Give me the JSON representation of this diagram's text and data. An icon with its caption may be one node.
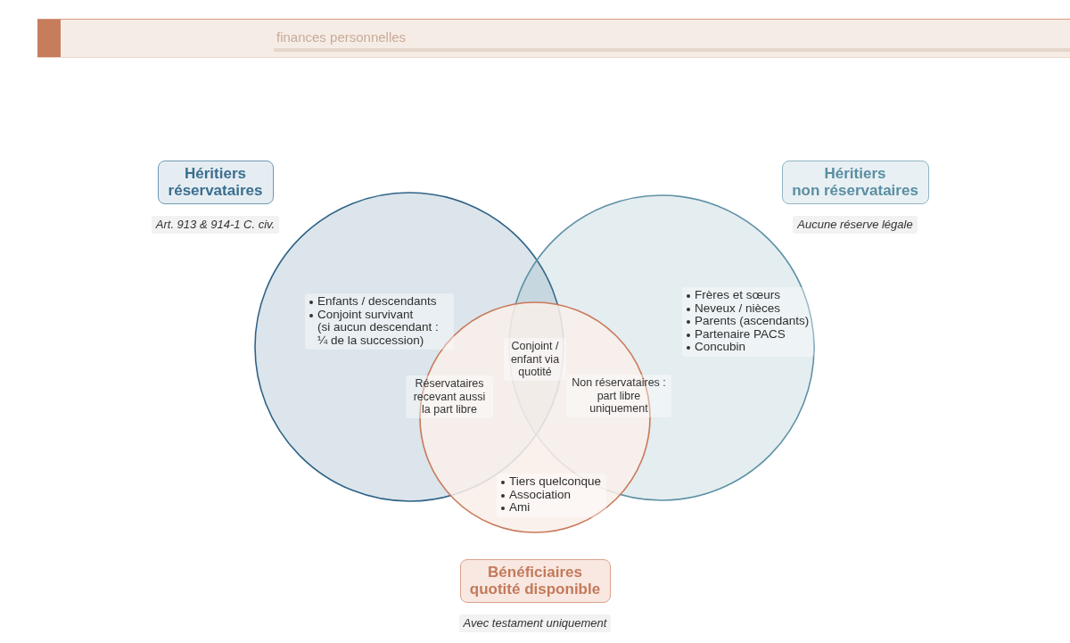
{
  "diagram": {
    "nodes": [
      {
        "text": [
          "Héritiers réservataires"
        ],
        "beside": [
          "Art. 913 & 914-1 C. civ."
        ]
      },
      {
        "text": [
          "Héritiers non réservataires"
        ],
        "beside": [
          "Aucune réserve légale"
        ]
      },
      {
        "text": [
          "Enfants / descendants",
          "Conjoint survivant (si aucun descendant : ¼ de la succession)"
        ]
      },
      {
        "text": [
          "Frères et sœurs",
          "Neveux / nièces",
          "Parents (ascendants)",
          "Partenaire PACS",
          "Concubin"
        ]
      },
      {
        "text": [
          "Tiers quelconque",
          "Association",
          "Ami"
        ]
      },
      {
        "text": [
          "Bénéficiaires quotité disponible"
        ],
        "beside": [
          "Avec testament uniquement"
        ]
      }
    ],
    "labels": [
      "finances personnelles",
      "Conjoint / enfant via quotité",
      "Réservataires recevant aussi la part libre",
      "Non réservataires : part libre uniquement"
    ]
  }
}
